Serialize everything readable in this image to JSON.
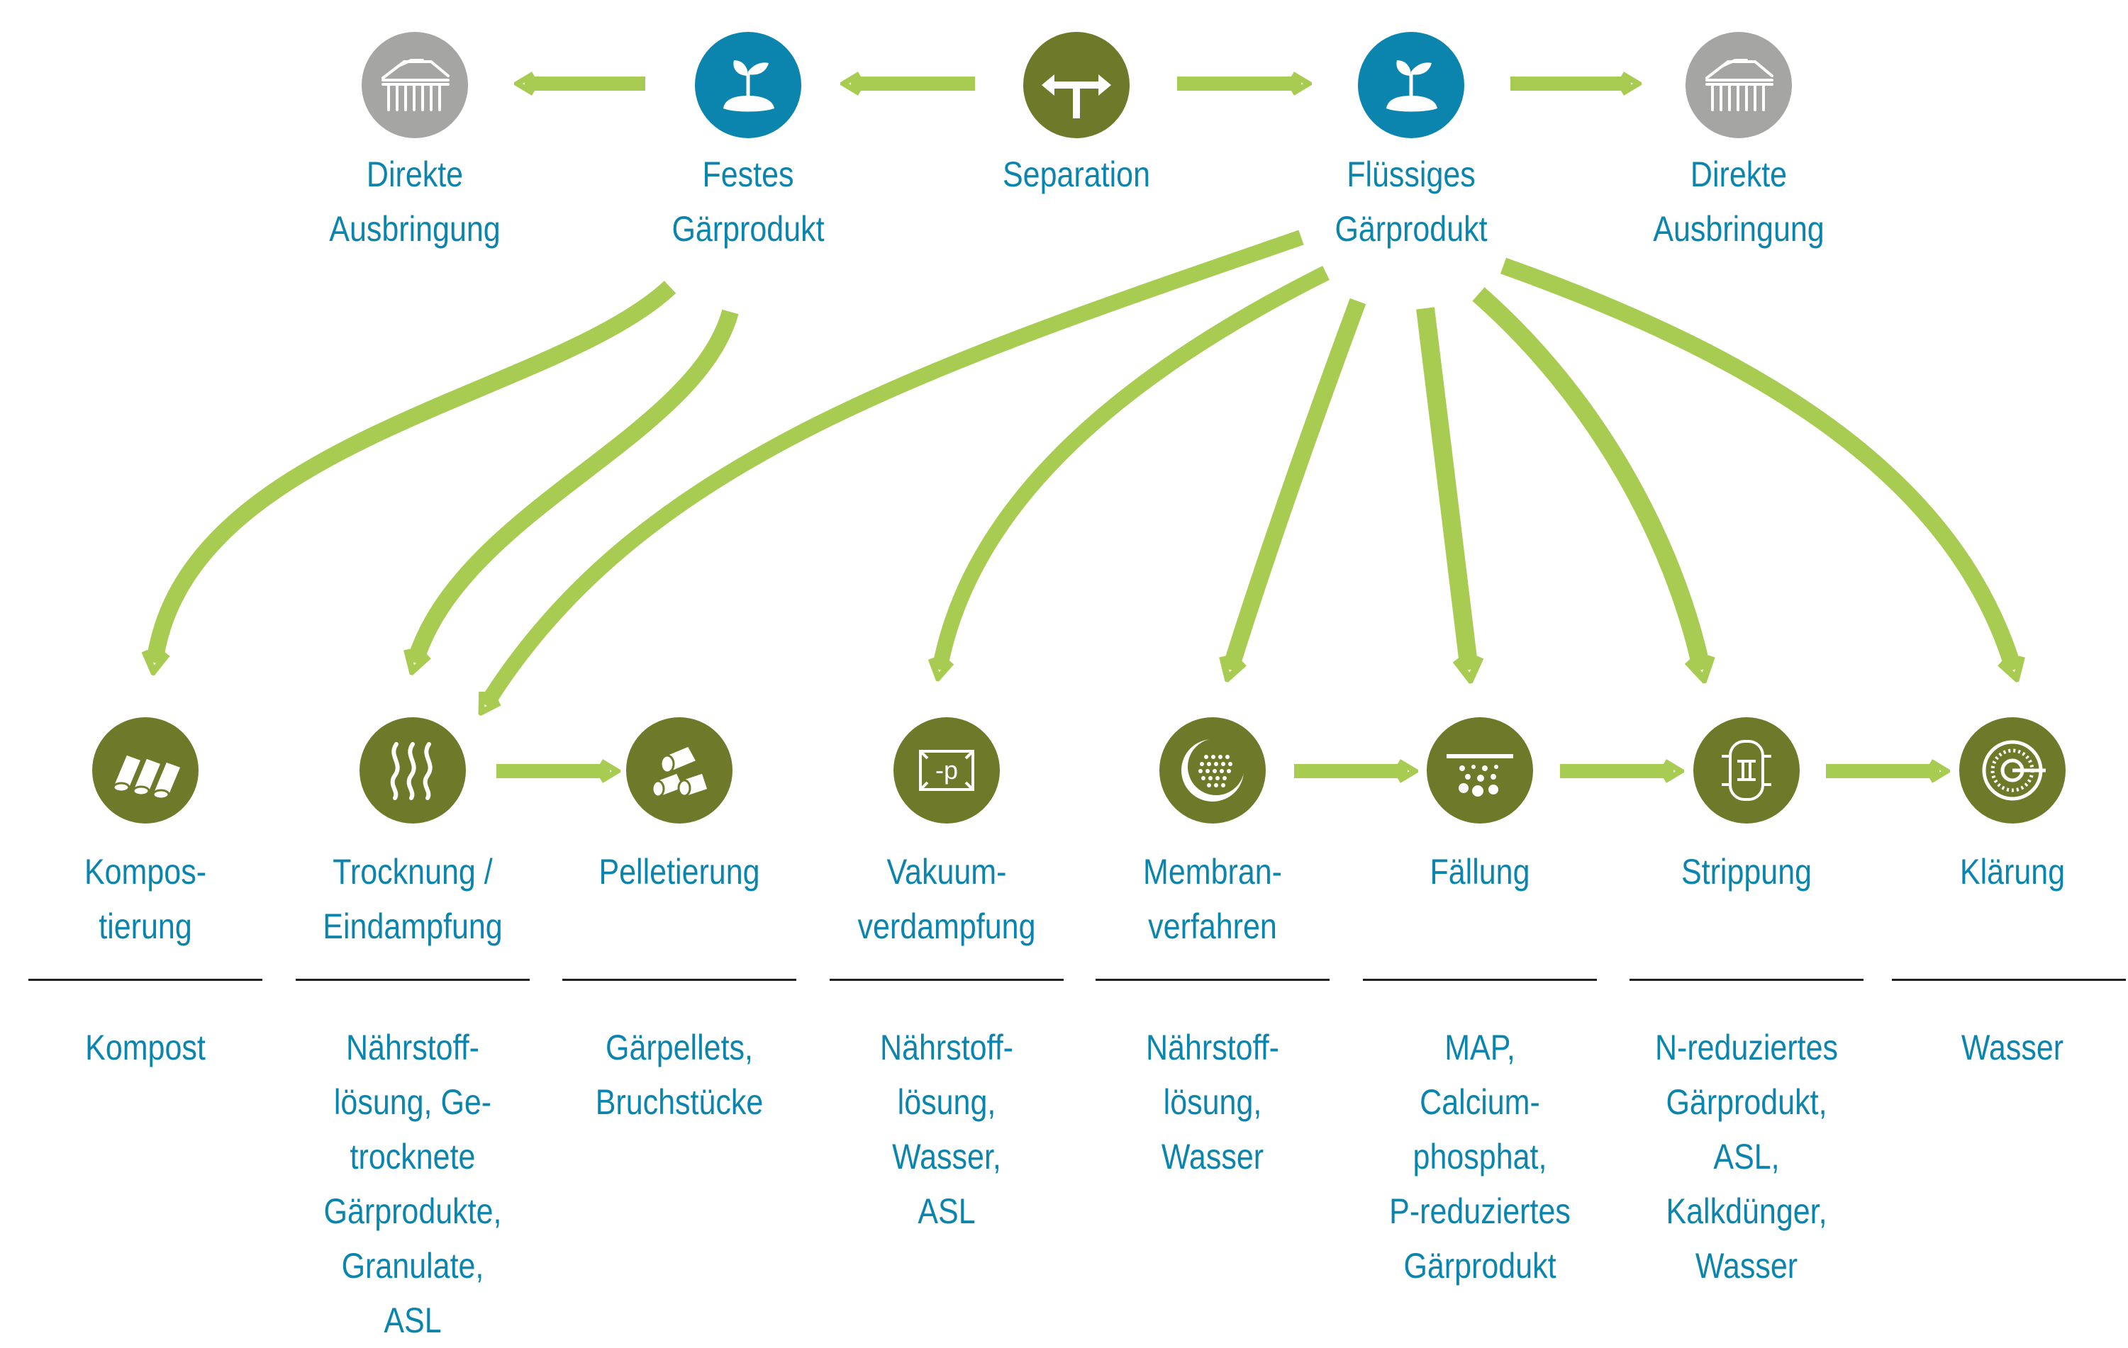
{
  "colors": {
    "arrow_green": "#a8cc52",
    "text_blue": "#0c85ae",
    "icon_blue": "#0c85ae",
    "icon_olive": "#6e7a29",
    "icon_gray": "#a5a5a4",
    "rule": "#231f20"
  },
  "top_row": [
    {
      "id": "direkt-left",
      "label": "Direkte\nAusbringung",
      "icon": "greenhouse-icon"
    },
    {
      "id": "festes",
      "label": "Festes\nGärprodukt",
      "icon": "seedling-icon"
    },
    {
      "id": "separation",
      "label": "Separation",
      "icon": "split-arrow-icon"
    },
    {
      "id": "fluessiges",
      "label": "Flüssiges\nGärprodukt",
      "icon": "seedling-icon"
    },
    {
      "id": "direkt-right",
      "label": "Direkte\nAusbringung",
      "icon": "greenhouse-icon"
    }
  ],
  "processes": [
    {
      "id": "kompostierung",
      "label": "Kompos-\ntierung",
      "icon": "compost-pipes-icon",
      "products": "Kompost"
    },
    {
      "id": "trocknung",
      "label": "Trocknung /\nEindampfung",
      "icon": "heat-waves-icon",
      "products": "Nährstoff-\nlösung, Ge-\ntrocknete\nGärprodukte,\nGranulate,\nASL"
    },
    {
      "id": "pelletierung",
      "label": "Pelletierung",
      "icon": "pellets-icon",
      "products": "Gärpellets,\nBruchstücke"
    },
    {
      "id": "vakuum",
      "label": "Vakuum-\nverdampfung",
      "icon": "vacuum-chamber-icon",
      "icon_text": "-p",
      "products": "Nährstoff-\nlösung,\nWasser,\nASL"
    },
    {
      "id": "membran",
      "label": "Membran-\nverfahren",
      "icon": "membrane-icon",
      "products": "Nährstoff-\nlösung,\nWasser"
    },
    {
      "id": "faellung",
      "label": "Fällung",
      "icon": "precipitation-icon",
      "products": "MAP,\nCalcium-\nphosphat,\nP-reduziertes\nGärprodukt"
    },
    {
      "id": "strippung",
      "label": "Strippung",
      "icon": "stripping-column-icon",
      "products": "N-reduziertes\nGärprodukt,\nASL,\nKalkdünger,\nWasser"
    },
    {
      "id": "klaerung",
      "label": "Klärung",
      "icon": "clarifier-icon",
      "products": "Wasser"
    }
  ]
}
